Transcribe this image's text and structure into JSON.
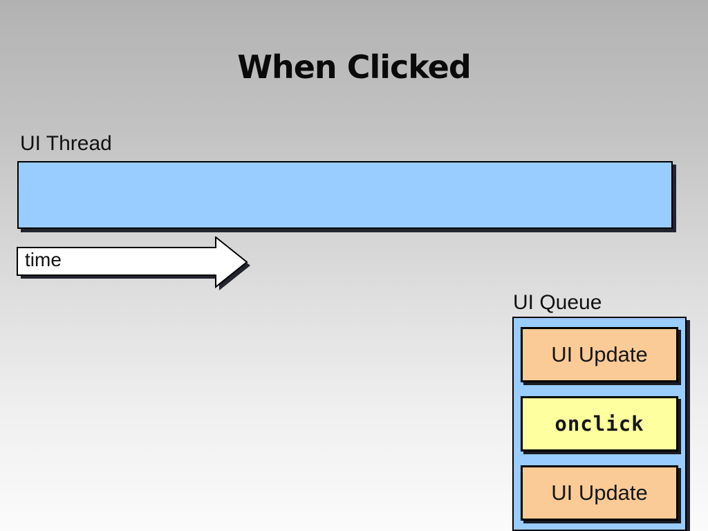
{
  "slide": {
    "title": "When Clicked",
    "ui_thread": {
      "label": "UI Thread"
    },
    "time_arrow": {
      "label": "time"
    },
    "ui_queue": {
      "label": "UI Queue",
      "items": [
        {
          "label": "UI Update"
        },
        {
          "label": "onclick"
        },
        {
          "label": "UI Update"
        }
      ]
    },
    "colors": {
      "thread_bar": "#99ccff",
      "queue_container": "#99ccff",
      "ui_update_box": "#fbcb97",
      "onclick_box": "#feff9e",
      "shadow": "#22242e",
      "border": "#000000"
    }
  }
}
